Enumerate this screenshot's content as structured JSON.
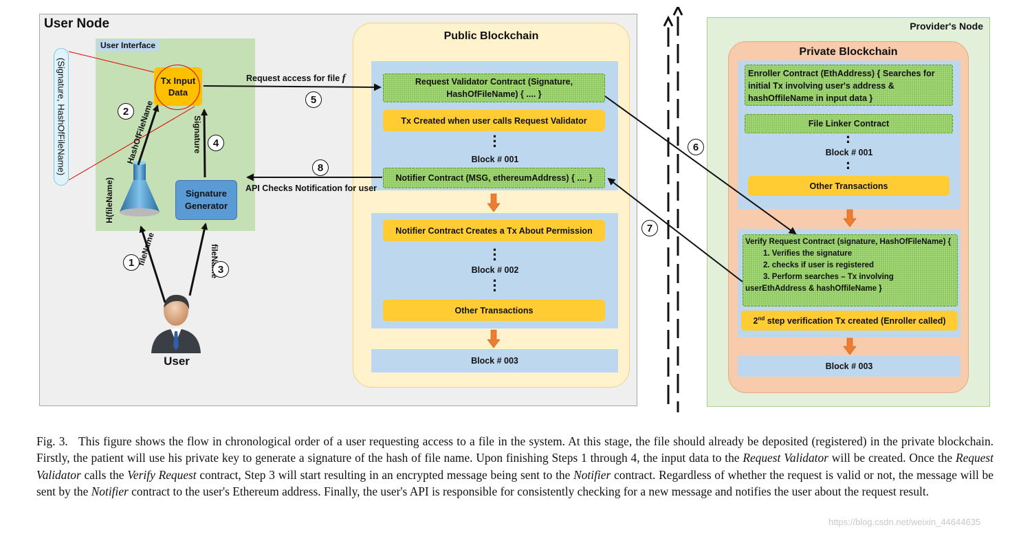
{
  "user_node": {
    "title": "User Node",
    "ui_title": "User Interface",
    "tx_input": "Tx Input Data",
    "side_label": "(Signature, HashOfFileName)",
    "hash_fn": "H(fileName)",
    "sig_gen": "Signature Generator",
    "user_label": "User",
    "edge_filename_1": "fileName",
    "edge_filename_3": "fileName",
    "edge_hash": "HashOfFileName",
    "edge_signature": "Signature"
  },
  "public_chain": {
    "title": "Public Blockchain",
    "request_validator": "Request Validator Contract (Signature, HashOfFileName) { .... }",
    "tx_created": "Tx Created when user calls Request Validator",
    "block1": "Block # 001",
    "notifier": "Notifier Contract (MSG, ethereumAddress) { .... }",
    "notifier_tx": "Notifier Contract Creates a Tx About Permission",
    "block2": "Block # 002",
    "other_tx": "Other Transactions",
    "block3": "Block # 003"
  },
  "provider_node": {
    "title": "Provider's Node",
    "private_title": "Private Blockchain",
    "enroller": "Enroller Contract (EthAddress) { Searches for initial Tx involving user's address & hashOffileName in input data }",
    "linker": "File Linker Contract",
    "block1": "Block # 001",
    "other_tx": "Other Transactions",
    "verify_head": "Verify Request Contract (signature, HashOfFileName) {",
    "verify_1": "1. Verifies the signature",
    "verify_2": "2. checks if user is registered",
    "verify_3": "3. Perform searches – Tx involving",
    "verify_tail": "userEthAddress & hashOffileName }",
    "second_step_sup": "nd",
    "second_step_pre": "2",
    "second_step_text": "step verification Tx created (Enroller called)",
    "block3": "Block # 003"
  },
  "arrows": {
    "request_label": "Request access for file",
    "request_italic": "f",
    "api_label": "API Checks Notification for user"
  },
  "steps": [
    "1",
    "2",
    "3",
    "4",
    "5",
    "6",
    "7",
    "8"
  ],
  "caption": {
    "prefix": "Fig. 3.",
    "p1": "This figure shows the flow in chronological order of a user requesting access to a file in the system. At this stage, the file should already be deposited (registered) in the private blockchain. Firstly, the patient will use his private key to generate a signature of the hash of file name. Upon finishing Steps 1 through 4, the input data to the ",
    "i1": "Request Validator",
    "p2": " will be created. Once the ",
    "i2": "Request Validator",
    "p3": " calls the ",
    "i3": "Verify Request",
    "p4": " contract, Step 3 will start resulting in an encrypted message being sent to the ",
    "i4": "Notifier",
    "p5": " contract. Regardless of whether the request is valid or not, the message will be sent by the ",
    "i5": "Notifier",
    "p6": " contract to the user's Ethereum address. Finally, the user's API is responsible for consistently checking for a new message and notifies the user about the request result."
  },
  "watermark": "https://blog.csdn.net/weixin_44644635",
  "colors": {
    "panel_gray": "#efefef",
    "ui_green": "#c5e0b4",
    "public_cream": "#fff2cc",
    "blue_zone": "#bdd7ee",
    "green_contract": "#8cc85c",
    "yellow_tx": "#ffcc33",
    "provider_green": "#e2f0d9",
    "private_peach": "#f8cbad",
    "arrow_orange": "#ed7d31",
    "sig_blue": "#5b9bd5"
  }
}
